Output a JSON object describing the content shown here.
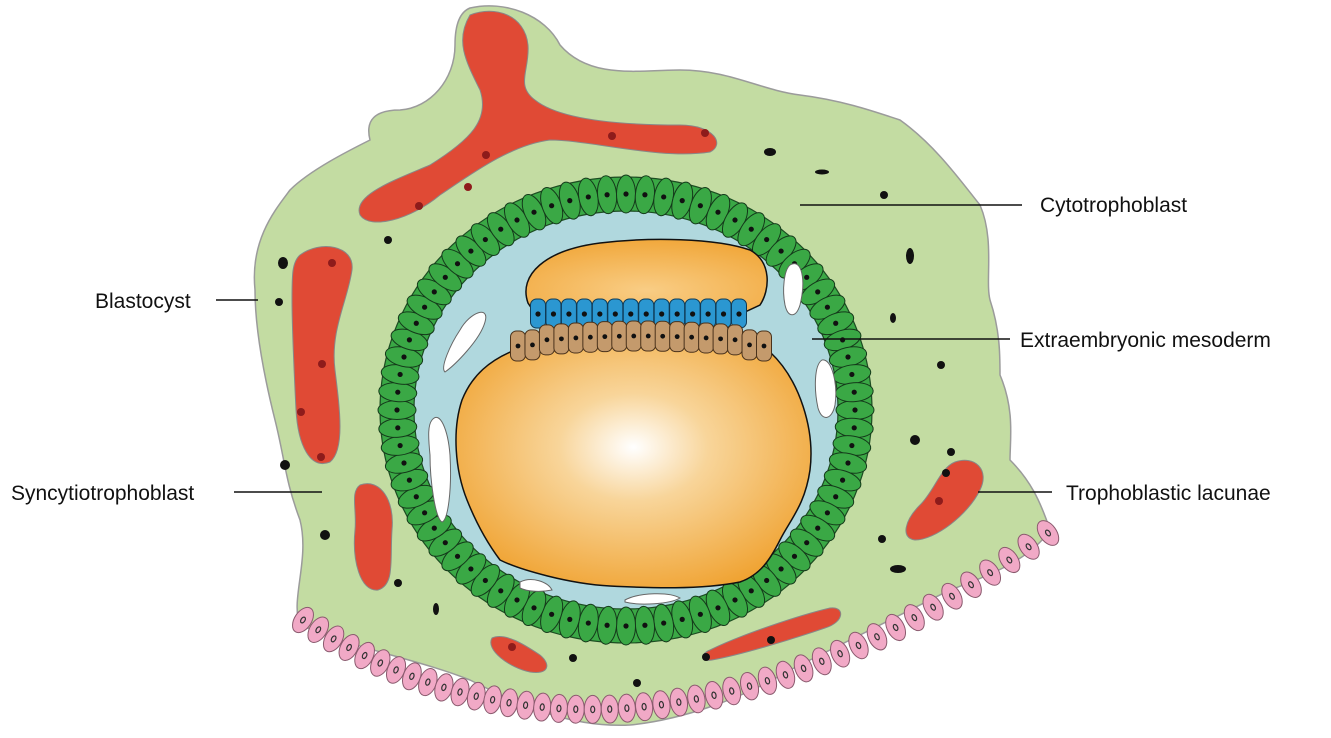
{
  "labels": {
    "cytotrophoblast": "Cytotrophoblast",
    "blastocyst": "Blastocyst",
    "extraembryonic_mesoderm": "Extraembryonic mesoderm",
    "syncytiotrophoblast": "Syncytiotrophoblast",
    "trophoblastic_lacunae": "Trophoblastic lacunae"
  },
  "colors": {
    "syncytio_fill": "#c3dca2",
    "lacuna_fill": "#e04a35",
    "mesoderm_fill": "#b0d8de",
    "cyto_cell": "#3aa845",
    "epiblast_cell": "#2b97d1",
    "hypoblast_cell": "#c49a6c",
    "sac_fill": "#f2a83a",
    "endometrium_cell": "#f1a9c6",
    "nucleus": "#111111"
  }
}
